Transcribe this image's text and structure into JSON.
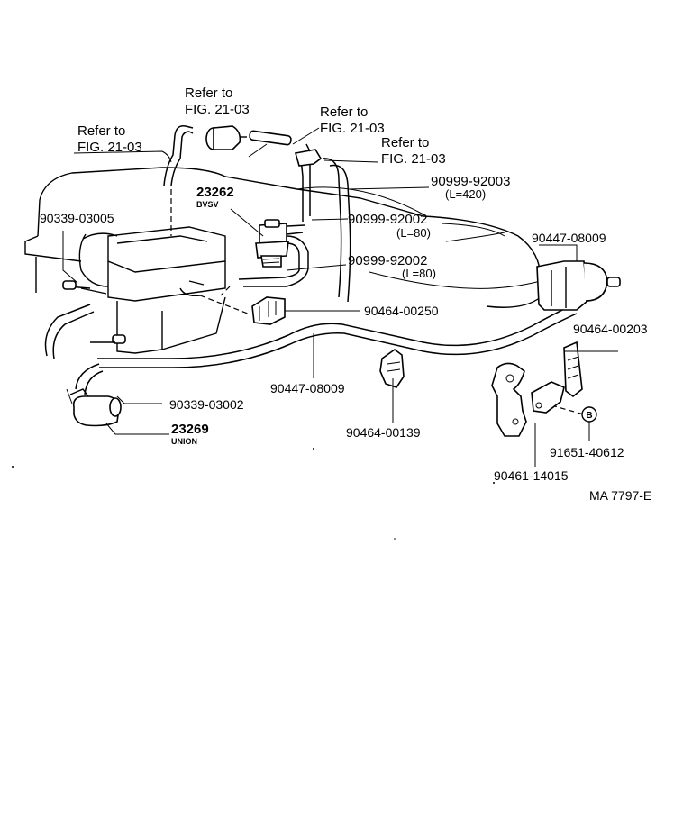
{
  "labels": {
    "refer1_line1": "Refer to",
    "refer1_line2": "FIG. 21-03",
    "refer2_line1": "Refer to",
    "refer2_line2": "FIG. 21-03",
    "refer3_line1": "Refer to",
    "refer3_line2": "FIG. 21-03",
    "refer4_line1": "Refer to",
    "refer4_line2": "FIG. 21-03",
    "part_90999_92003": "90999-92003",
    "part_90999_92003_len": "(L=420)",
    "part_23262": "23262",
    "part_23262_sub": "BVSV",
    "part_90339_03005": "90339-03005",
    "part_90999_92002_a": "90999-92002",
    "part_90999_92002_a_len": "(L=80)",
    "part_90999_92002_b": "90999-92002",
    "part_90999_92002_b_len": "(L=80)",
    "part_90447_08009_right": "90447-08009",
    "part_90464_00250": "90464-00250",
    "part_90464_00203": "90464-00203",
    "part_90447_08009_bottom": "90447-08009",
    "part_90339_03002": "90339-03002",
    "part_23269": "23269",
    "part_23269_sub": "UNION",
    "part_90464_00139": "90464-00139",
    "part_91651_40612": "91651-40612",
    "part_90461_14015": "90461-14015",
    "callout_b": "B",
    "figure_id": "MA 7797-E"
  }
}
